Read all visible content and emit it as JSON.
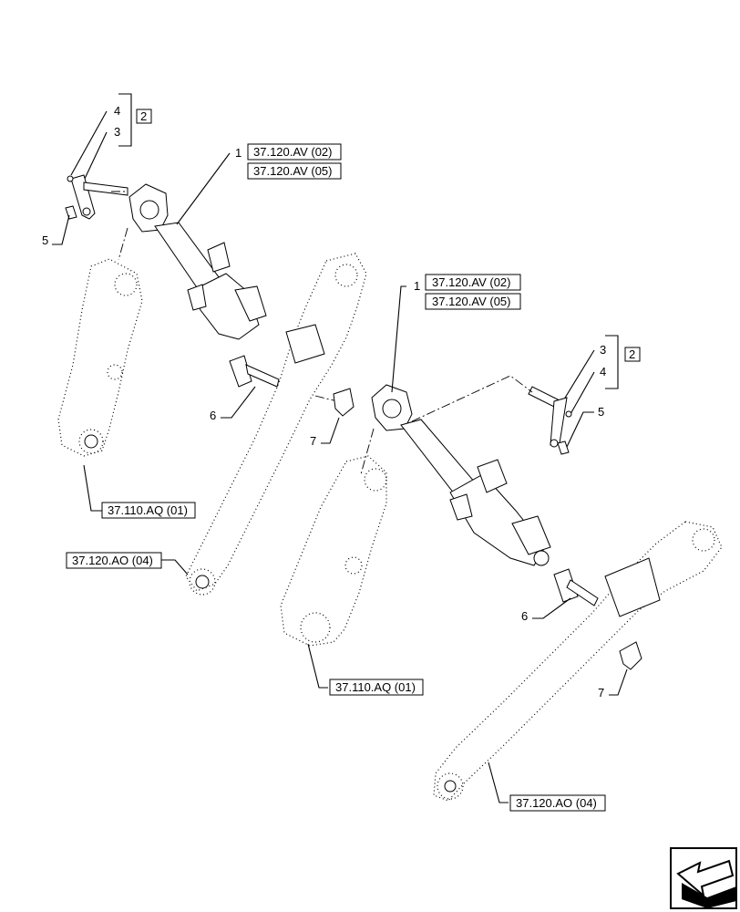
{
  "callouts": {
    "n1": "1",
    "n2": "2",
    "n3": "3",
    "n4": "4",
    "n5": "5",
    "n6": "6",
    "n7": "7"
  },
  "refs": {
    "av02": "37.120.AV (02)",
    "av05": "37.120.AV (05)",
    "aq01": "37.110.AQ (01)",
    "ao04": "37.120.AO (04)"
  },
  "nav_icon": "arrow-icon"
}
